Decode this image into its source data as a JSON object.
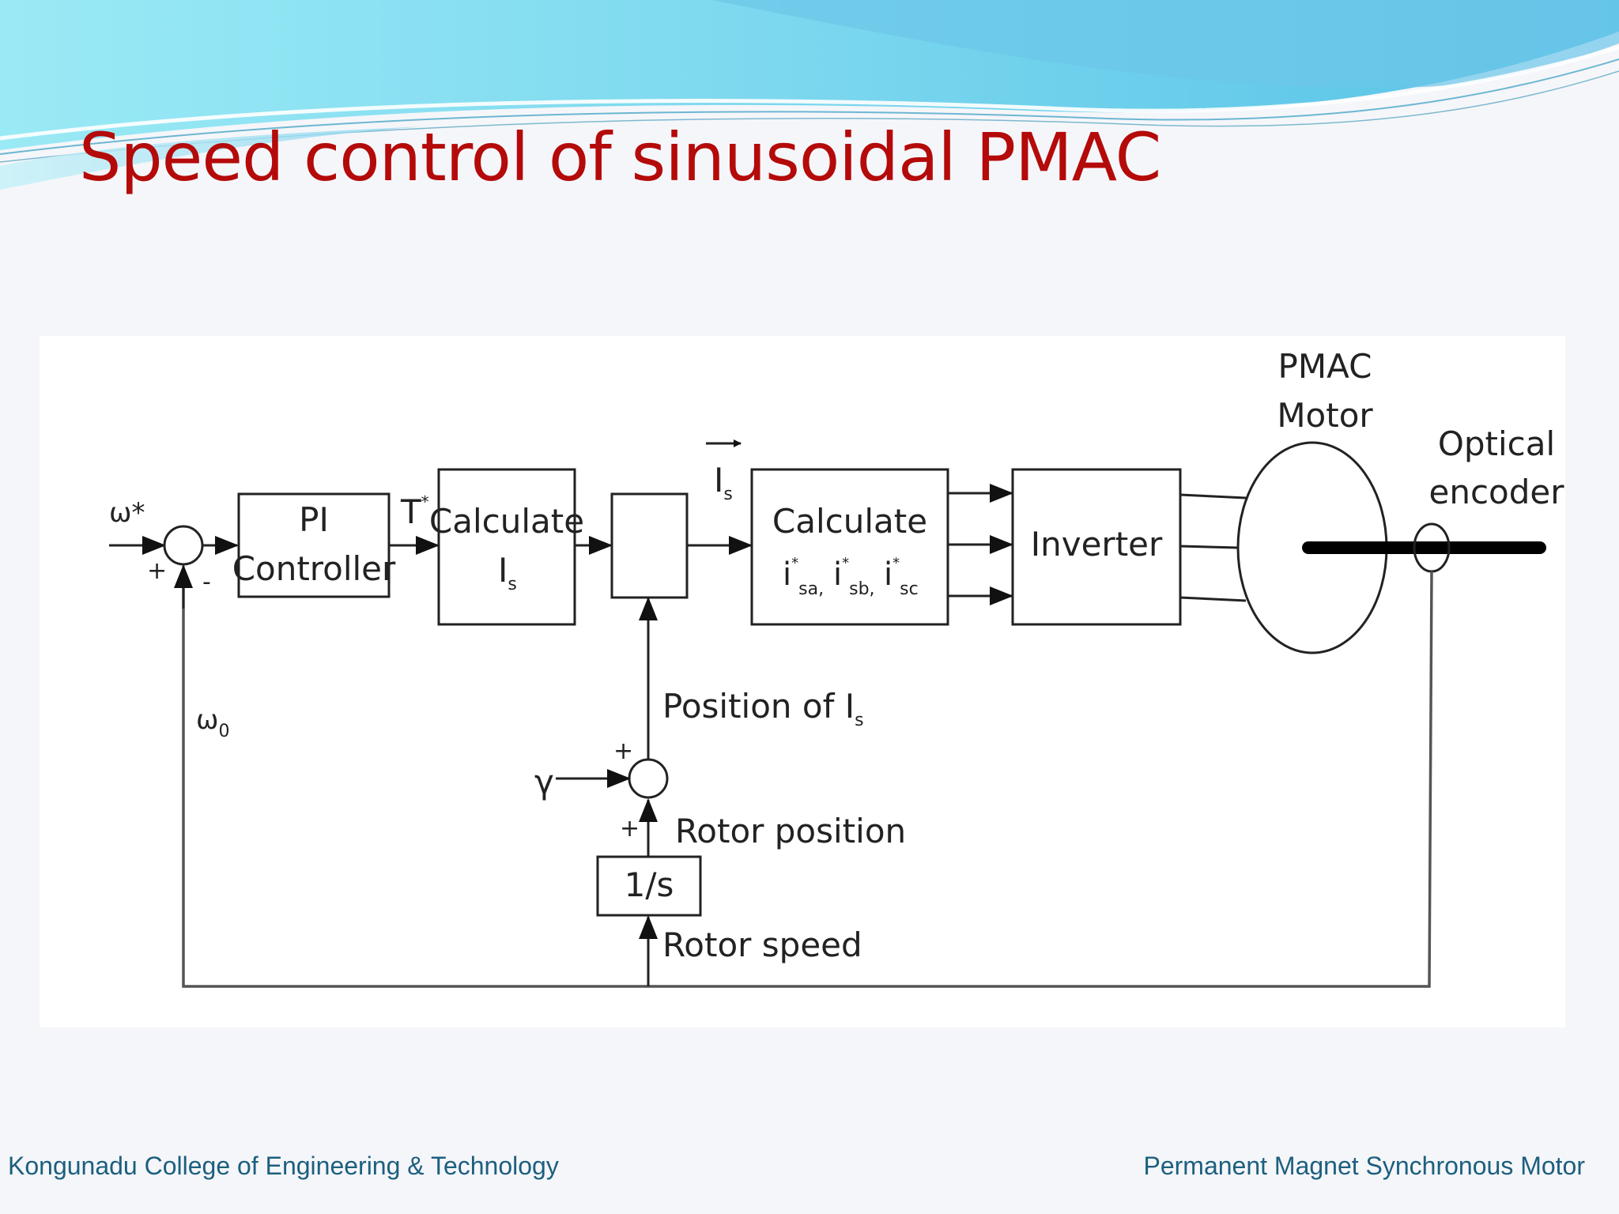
{
  "slide": {
    "title": "Speed control of sinusoidal PMAC",
    "footer_left": "Kongunadu College of Engineering & Technology",
    "footer_right": "Permanent Magnet Synchronous  Motor"
  },
  "colors": {
    "title": "#b40a0a",
    "footer": "#1c5f7e",
    "banner_light": "#8fe4f2",
    "banner_dark": "#3fb3dd"
  },
  "diagram": {
    "input_label": "ω*",
    "sum1_plus": "+",
    "sum1_minus": "-",
    "pi_box": [
      "PI",
      "Controller"
    ],
    "torque_ref": "T",
    "torque_ref_sup": "*",
    "calc_is_box": [
      "Calculate",
      "I"
    ],
    "calc_is_sub": "s",
    "is_vector_label": "I",
    "is_vector_sub": "s",
    "calc_iabc_box": "Calculate",
    "iabc_i": [
      "i",
      "i",
      "i"
    ],
    "iabc_sup": "*",
    "iabc_sub": [
      "sa,",
      "sb,",
      "sc"
    ],
    "inverter_box": "Inverter",
    "motor_label": [
      "PMAC",
      "Motor"
    ],
    "encoder_label": [
      "Optical",
      "encoder"
    ],
    "feedback_label": "ω",
    "feedback_sub": "0",
    "position_label": "Position of I",
    "position_sub": "s",
    "gamma_label": "γ",
    "sum2_plus_top": "+",
    "sum2_plus_bottom": "+",
    "rotor_position_label": "Rotor position",
    "integrator_box": "1/s",
    "rotor_speed_label": "Rotor speed"
  }
}
